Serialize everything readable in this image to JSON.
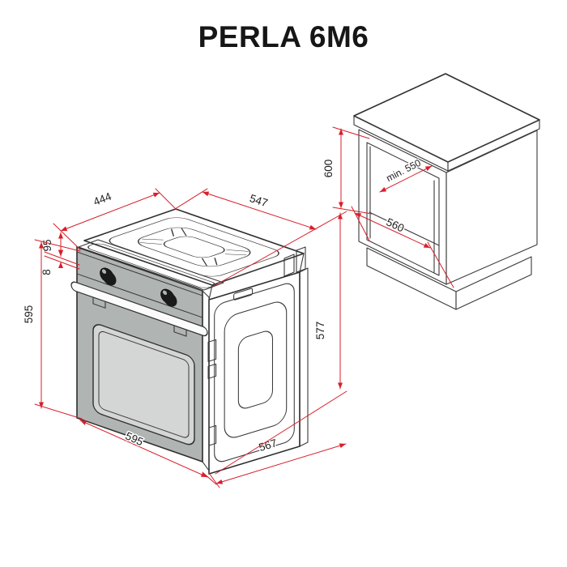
{
  "title": "PERLA 6M6",
  "colors": {
    "background": "#ffffff",
    "dimension_line": "#d71f2b",
    "dimension_text": "#1d1d1d",
    "line_art": "#3a3a3a",
    "oven_front_panel": "#b0b4b3",
    "oven_door_window": "#d3d6d4",
    "oven_door_edge": "#a6aaa9",
    "cabinet_top": "#ccd0cf",
    "cabinet_front": "#cacecd",
    "cabinet_side": "#c2c6c5",
    "cabinet_edge_left": "#c0c4c3",
    "cabinet_edge_right": "#b9bdbc"
  },
  "oven": {
    "name": "built-in oven isometric drawing",
    "dims": {
      "top_depth": "444",
      "top_width": "547",
      "control_panel_height": "95",
      "top_gap": "8",
      "front_height": "595",
      "front_width": "595",
      "body_depth": "567",
      "body_height": "577"
    }
  },
  "cabinet": {
    "name": "cabinet niche isometric drawing",
    "dims": {
      "niche_height": "600",
      "niche_depth": "min. 550",
      "niche_width": "560"
    }
  }
}
